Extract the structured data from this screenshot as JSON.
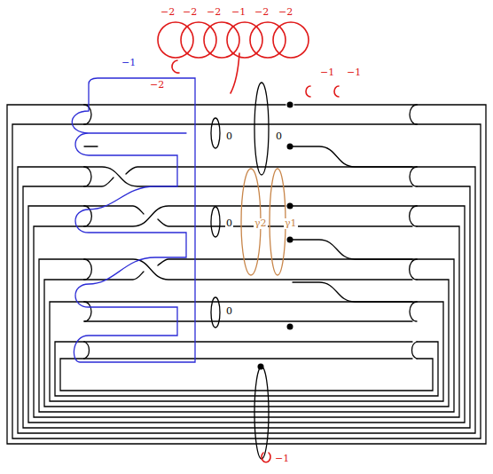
{
  "diagram": {
    "labels": [
      "−2",
      "−2",
      "−2",
      "−1",
      "−2",
      "−2",
      "−1",
      "−2",
      "−1",
      "−1",
      "0",
      "0",
      "0",
      "γ2",
      "γ1",
      "0",
      "−1"
    ]
  }
}
